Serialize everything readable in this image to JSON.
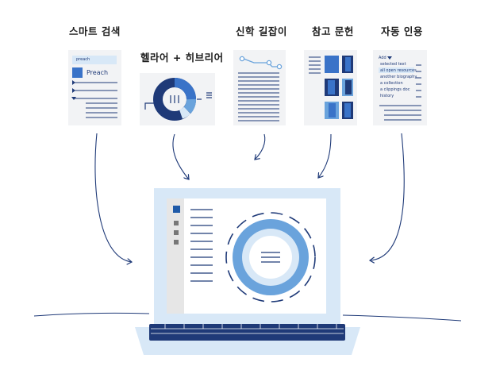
{
  "features": [
    {
      "title": "스마트 검색"
    },
    {
      "title": "헬라어 + 히브리어"
    },
    {
      "title": "신학 길잡이"
    },
    {
      "title": "참고 문헌"
    },
    {
      "title": "자동 인용"
    }
  ],
  "search_card": {
    "query": "preach",
    "result": "Preach"
  },
  "citation_card": {
    "add_label": "Add",
    "options": [
      "selected text",
      "all open resources",
      "another biography",
      "a collection",
      "a clippings doc",
      "history"
    ],
    "highlighted_index": 1
  },
  "colors": {
    "dark_blue": "#1f3a78",
    "mid_blue": "#3a73c8",
    "light_blue": "#6aa3dc",
    "pale_blue": "#d8e8f7",
    "card_bg": "#f2f3f5"
  }
}
